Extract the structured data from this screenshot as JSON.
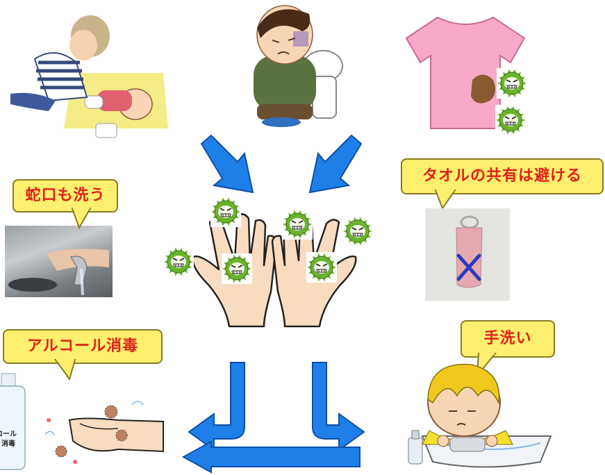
{
  "callouts": {
    "faucet": "蛇口も洗う",
    "towel": "タオルの共有は避ける",
    "alcohol": "アルコール消毒",
    "handwash": "手洗い"
  },
  "bottle_label": {
    "line1": "コール",
    "line2": "消毒"
  },
  "colors": {
    "arrow": "#1f7fe8",
    "bubble": "#ffef6e",
    "bubble_text": "#e0201a",
    "germ": "#6ab42c",
    "towel_x": "#2a3bbd"
  }
}
